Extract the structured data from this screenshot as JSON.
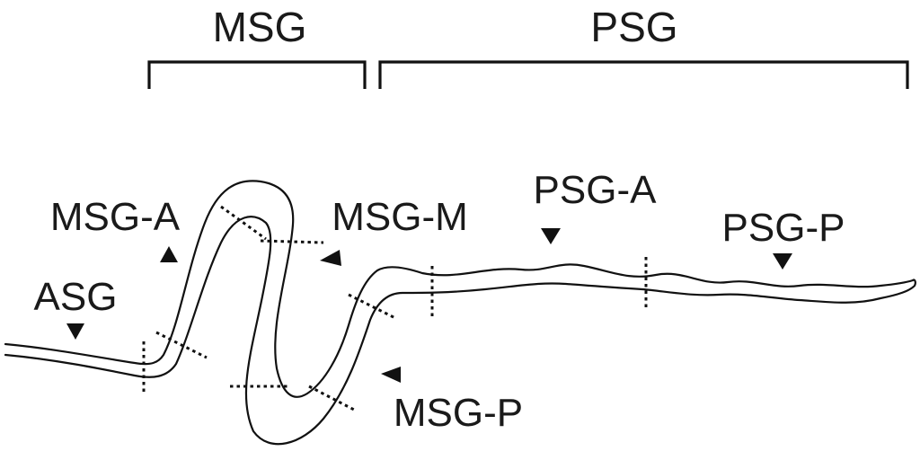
{
  "brackets": {
    "msg": "MSG",
    "psg": "PSG"
  },
  "regions": {
    "asg": "ASG",
    "msg_a": "MSG-A",
    "msg_m": "MSG-M",
    "msg_p": "MSG-P",
    "psg_a": "PSG-A",
    "psg_p": "PSG-P"
  },
  "colors": {
    "line": "#111111",
    "background": "#ffffff"
  }
}
